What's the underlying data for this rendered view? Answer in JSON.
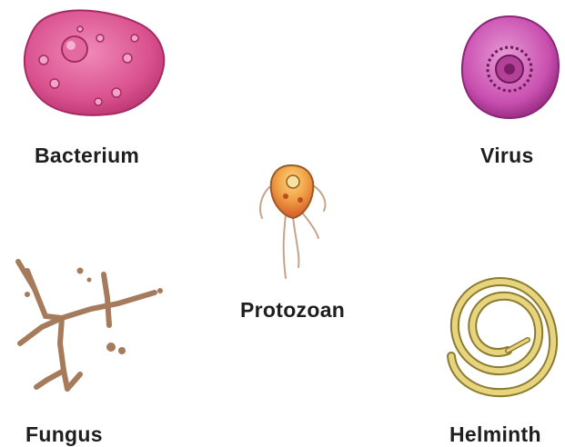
{
  "organisms": {
    "bacterium": {
      "label": "Bacterium",
      "icon": "bacterium-icon",
      "color": "#d9518f"
    },
    "virus": {
      "label": "Virus",
      "icon": "virus-icon",
      "color": "#c94fb0"
    },
    "protozoan": {
      "label": "Protozoan",
      "icon": "protozoan-icon",
      "color": "#e0853a"
    },
    "fungus": {
      "label": "Fungus",
      "icon": "fungus-icon",
      "color": "#a67b5b"
    },
    "helminth": {
      "label": "Helminth",
      "icon": "helminth-icon",
      "color": "#d8c470"
    }
  }
}
